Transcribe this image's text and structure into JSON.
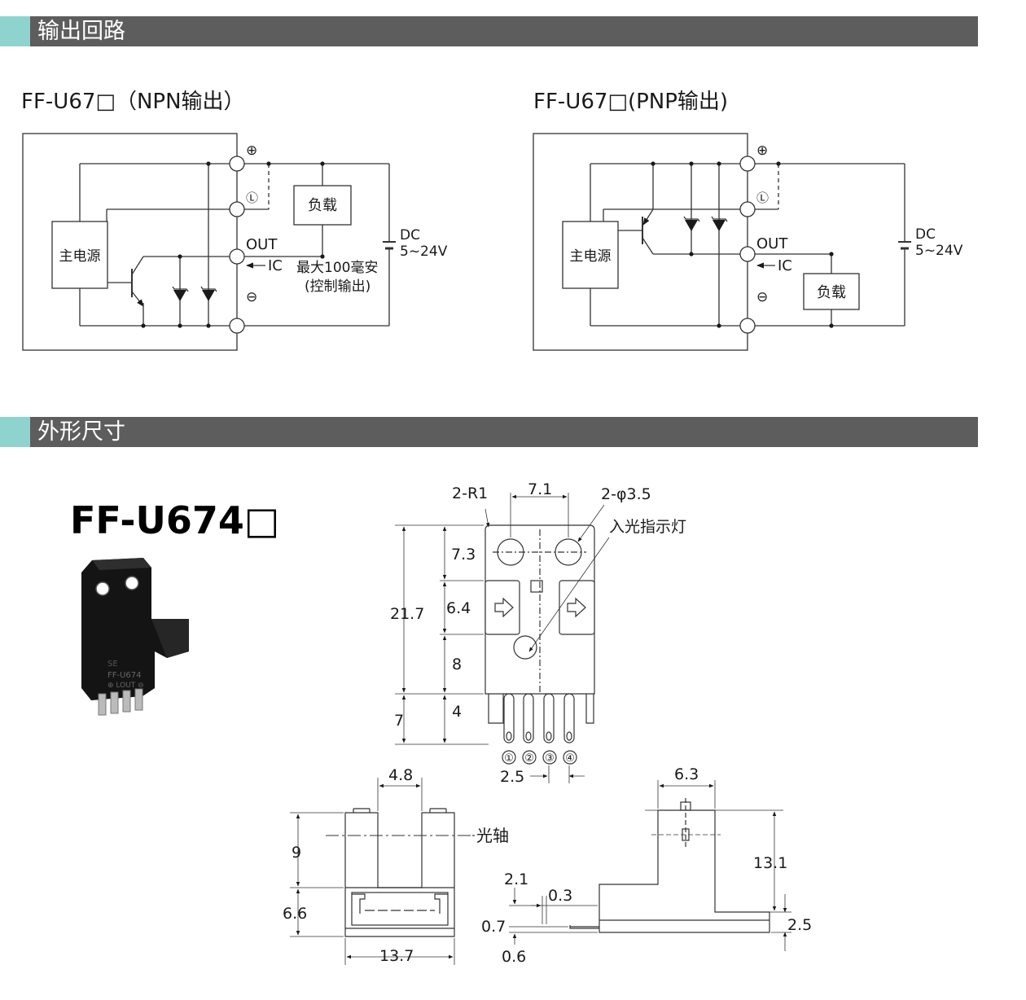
{
  "sections": [
    {
      "title": "输出回路"
    },
    {
      "title": "外形尺寸"
    }
  ],
  "circuits": {
    "npn": {
      "title": "FF-U67□（NPN输出）",
      "pin_plus": "⊕",
      "pin_l": "Ⓛ",
      "pin_minus": "⊖",
      "out_label": "OUT",
      "ic_label": "IC",
      "main_power": "主电源",
      "load": "负载",
      "max_current": "最大100毫安",
      "control_output": "(控制输出)",
      "dc_label": "DC",
      "voltage": "5~24V"
    },
    "pnp": {
      "title": "FF-U67□(PNP输出)",
      "pin_plus": "⊕",
      "pin_l": "Ⓛ",
      "pin_minus": "⊖",
      "out_label": "OUT",
      "ic_label": "IC",
      "main_power": "主电源",
      "load": "负载",
      "dc_label": "DC",
      "voltage": "5~24V"
    }
  },
  "product": {
    "model": "FF-U674□"
  },
  "dimensions": {
    "front": {
      "r1": "2-R1",
      "w71": "7.1",
      "hole": "2-φ3.5",
      "indicator": "入光指示灯",
      "h73": "7.3",
      "h64": "6.4",
      "h217": "21.7",
      "h8": "8",
      "h4": "4",
      "h7": "7",
      "pins": [
        "①",
        "②",
        "③",
        "④"
      ],
      "pitch": "2.5"
    },
    "bottom": {
      "w48": "4.8",
      "axis": "光轴",
      "h9": "9",
      "h66": "6.6",
      "w137": "13.7"
    },
    "side": {
      "w63": "6.3",
      "h131": "13.1",
      "h21": "2.1",
      "h03": "0.3",
      "h07": "0.7",
      "h06": "0.6",
      "h25": "2.5"
    }
  }
}
